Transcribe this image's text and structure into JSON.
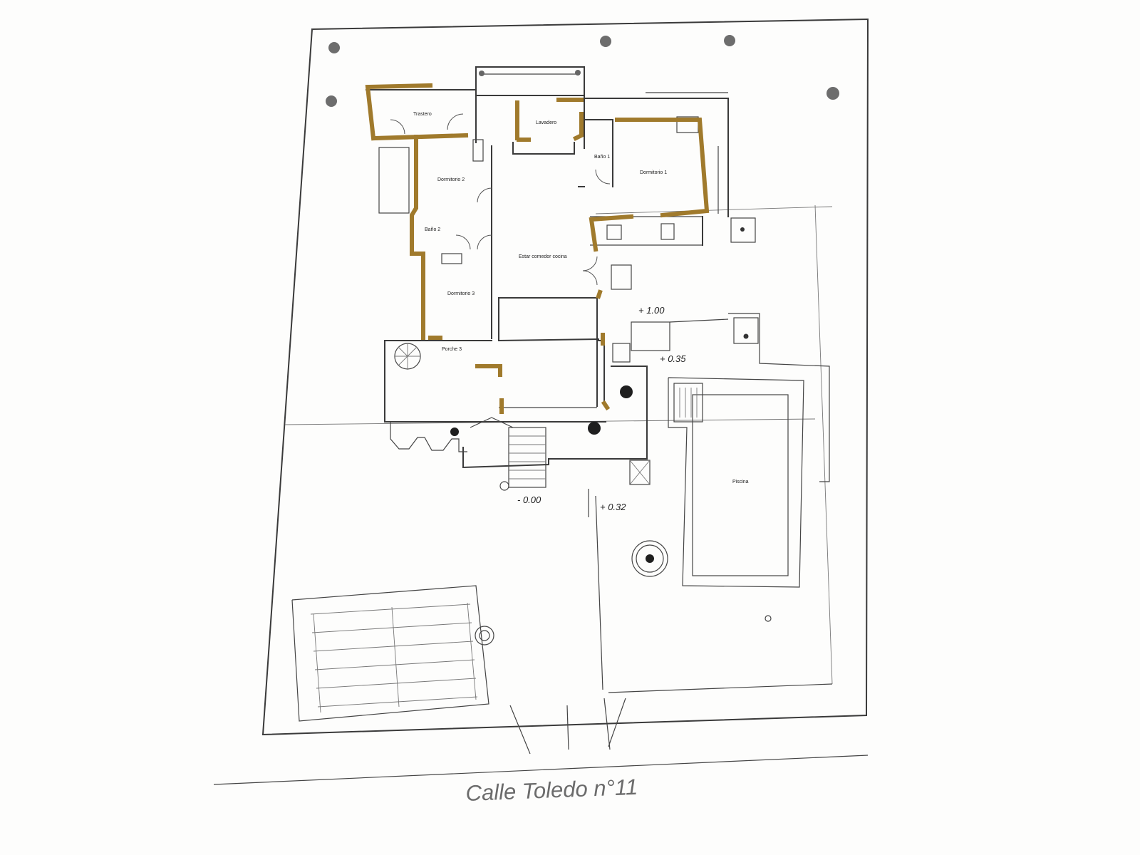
{
  "rooms": {
    "trastero": "Trastero",
    "lavadero": "Lavadero",
    "bano1": "Baño 1",
    "dormitorio1": "Dormitorio 1",
    "dormitorio2": "Dormitorio 2",
    "bano2": "Baño 2",
    "estar": "Estar comedor cocina",
    "dormitorio3": "Dormitorio 3",
    "porche": "Porche 3",
    "piscina": "Piscina"
  },
  "levels": {
    "l100": "+ 1.00",
    "l035": "+ 0.35",
    "l000": "- 0.00",
    "l032": "+ 0.32"
  },
  "street": "Calle Toledo n°11",
  "colors": {
    "wall": "#3a3a3a",
    "highlight": "#a07a2c",
    "street_text": "#6b6b6b"
  }
}
